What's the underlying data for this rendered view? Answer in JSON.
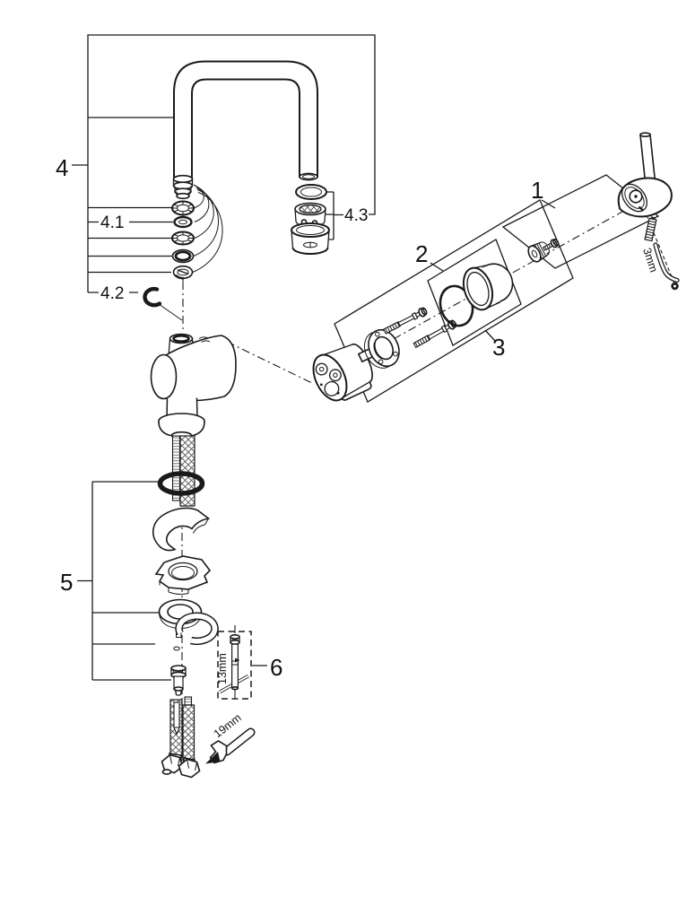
{
  "diagram": {
    "background": "#ffffff",
    "ink": "#1a1a1a",
    "callouts": {
      "c1": {
        "label": "1",
        "part": "handle-assembly"
      },
      "c2": {
        "label": "2",
        "part": "cap-and-o-ring"
      },
      "c3": {
        "label": "3",
        "part": "cartridge-assembly"
      },
      "c4": {
        "label": "4",
        "part": "spout-assembly"
      },
      "c41": {
        "label": "4.1",
        "part": "o-ring"
      },
      "c42": {
        "label": "4.2",
        "part": "retaining-clip"
      },
      "c43": {
        "label": "4.3",
        "part": "aerator-set"
      },
      "c5": {
        "label": "5",
        "part": "mounting-set"
      },
      "c6": {
        "label": "6",
        "part": "threaded-stud"
      }
    },
    "tool_sizes": {
      "hex_key": "3mm",
      "stud": "13mm",
      "wrench": "19mm"
    }
  }
}
